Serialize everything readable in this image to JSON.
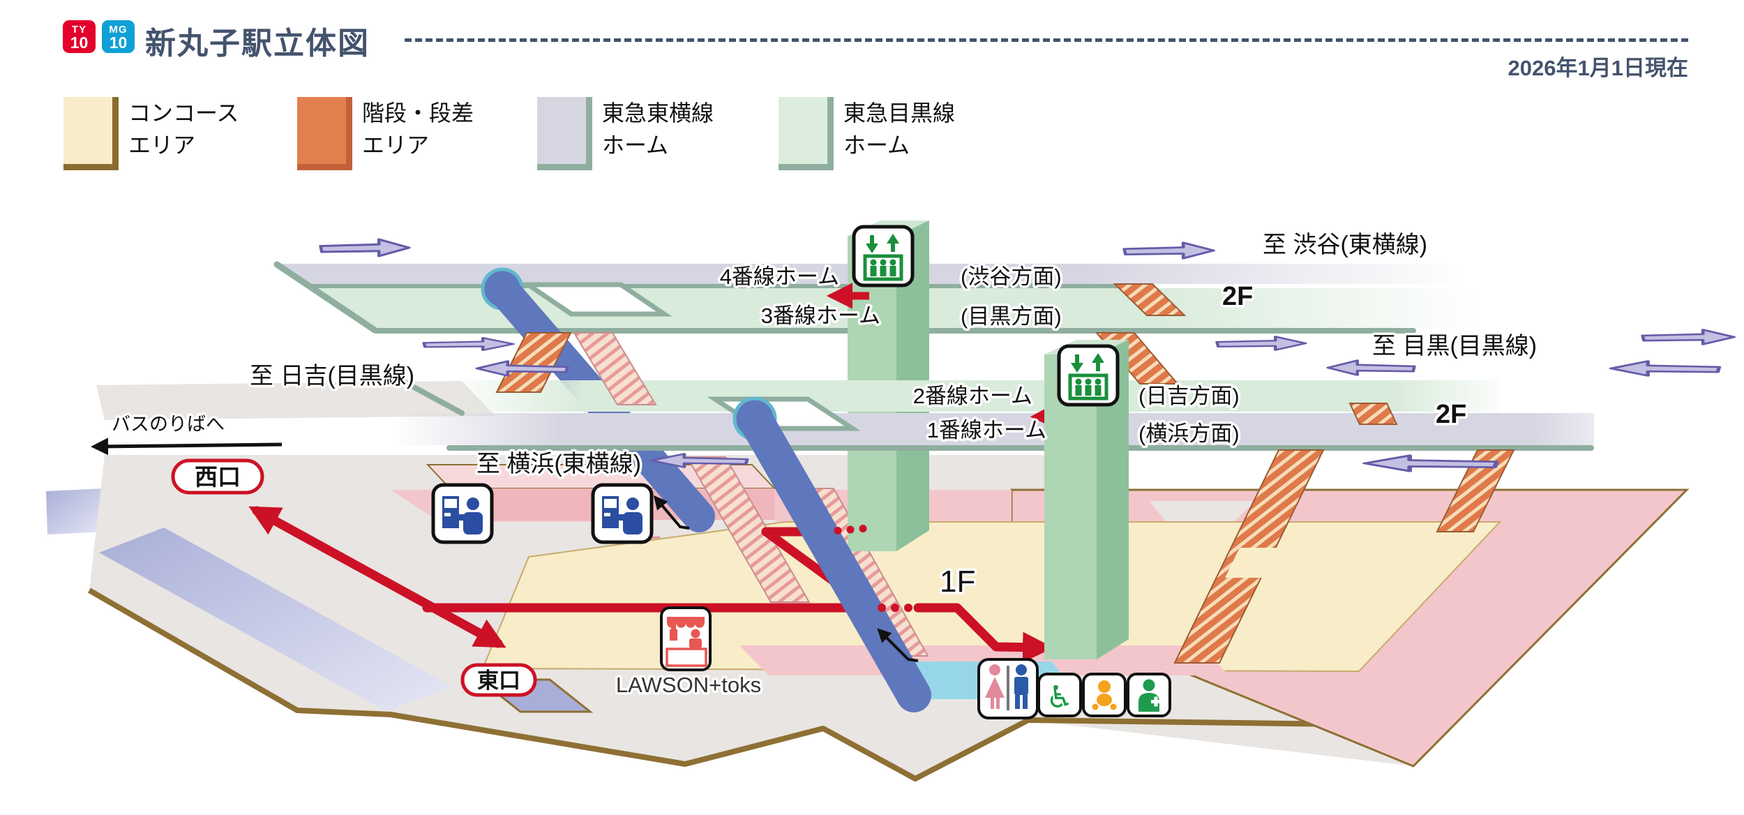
{
  "header": {
    "ty_badge": {
      "line": "TY",
      "number": "10"
    },
    "mg_badge": {
      "line": "MG",
      "number": "10"
    },
    "title": "新丸子駅立体図",
    "date": "2026年1月1日現在"
  },
  "legend": [
    {
      "line1": "コンコース",
      "line2": "エリア"
    },
    {
      "line1": "階段・段差",
      "line2": "エリア"
    },
    {
      "line1": "東急東横線",
      "line2": "ホーム"
    },
    {
      "line1": "東急目黒線",
      "line2": "ホーム"
    }
  ],
  "map": {
    "to_shibuya": "至 渋谷(東横線)",
    "to_meguro": "至 目黒(目黒線)",
    "to_hiyoshi": "至 日吉(目黒線)",
    "to_yokohama": "至 横浜(東横線)",
    "platform4": "4番線ホーム",
    "platform4_dir": "(渋谷方面)",
    "platform3": "3番線ホーム",
    "platform3_dir": "(目黒方面)",
    "platform2": "2番線ホーム",
    "platform2_dir": "(日吉方面)",
    "platform1": "1番線ホーム",
    "platform1_dir": "(横浜方面)",
    "floor_2f_east": "2F",
    "floor_2f_west": "2F",
    "floor_1f": "1F",
    "west_exit": "西口",
    "east_exit": "東口",
    "bus": "バスのりばへ",
    "shop": "LAWSON+toks"
  },
  "icons": {
    "elevator": "elevator-icon",
    "ticket_machine": "ticket-machine-icon",
    "shop": "kiosk-icon",
    "restroom": "restroom-icon",
    "wheelchair": "wheelchair-accessible-icon",
    "baby": "baby-care-icon",
    "multipurpose": "first-aid-room-icon"
  },
  "colors": {
    "concourse": "#F8EDC8",
    "stairs": "#E0794A",
    "toyoko_platform": "#D6D6E3",
    "meguro_platform": "#D9EBDB",
    "sage_edge": "#8FAE9F",
    "route_red": "#CC1126",
    "arrow_purple": "#C3C0E2",
    "escalator_blue": "#5F77BC",
    "floor_gray": "#E9E5E2",
    "floor_pink": "#F3C6CB",
    "floor_brown_edge": "#8E7034",
    "ty_line": "#E4002B",
    "mg_line": "#0FA0D6",
    "title_navy": "#44536D"
  }
}
